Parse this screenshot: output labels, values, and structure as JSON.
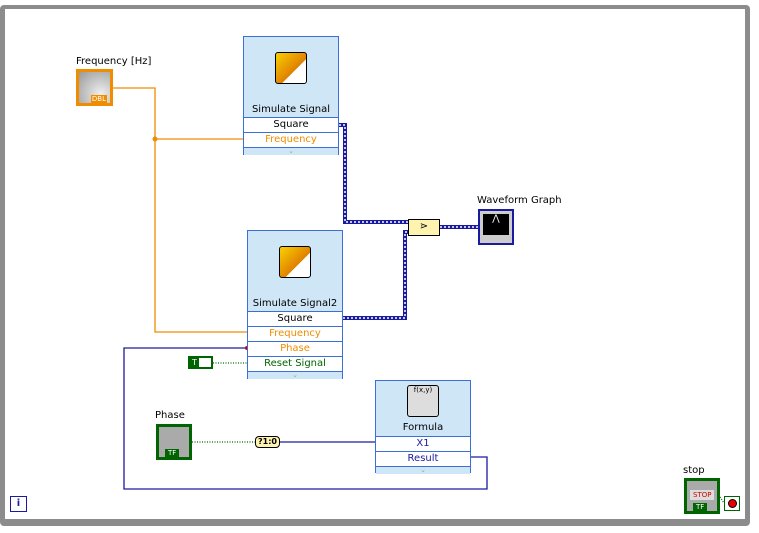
{
  "controls": {
    "frequency": {
      "label": "Frequency [Hz]",
      "type": "DBL"
    },
    "phase": {
      "label": "Phase",
      "type": "TF"
    },
    "stop": {
      "label": "stop",
      "button": "STOP",
      "type": "TF"
    },
    "reset_const": "T"
  },
  "sim1": {
    "title": "Simulate Signal",
    "rows": [
      "Square",
      "Frequency"
    ]
  },
  "sim2": {
    "title": "Simulate Signal2",
    "rows": [
      "Square",
      "Frequency",
      "Phase",
      "Reset Signal"
    ]
  },
  "formula": {
    "title": "Formula",
    "icon_text": "f(x,y)",
    "rows": [
      "X1",
      "Result"
    ]
  },
  "graph": {
    "label": "Waveform Graph"
  },
  "conversion": "?1:0",
  "colors": {
    "orange": "#f08c00",
    "blue": "#1a1aa0",
    "green": "#006400",
    "border": "#3a6fd8"
  }
}
